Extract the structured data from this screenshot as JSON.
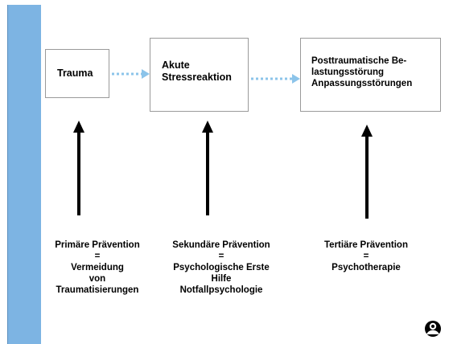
{
  "boxes": {
    "trauma": "Trauma",
    "akute_line1": "Akute",
    "akute_line2": "Stressreaktion",
    "ptbs_line1": "Posttraumatische Be-",
    "ptbs_line2": "lastungsstörung",
    "ptbs_line3": "Anpassungsstörungen"
  },
  "labels": {
    "primary": [
      "Primäre Prävention",
      "=",
      "Vermeidung",
      "von",
      "Traumatisierungen"
    ],
    "secondary": [
      "Sekundäre Prävention",
      "=",
      "Psychologische Erste",
      "Hilfe",
      "Notfallpsychologie"
    ],
    "tertiary": [
      "Tertiäre Prävention",
      "=",
      "Psychotherapie"
    ]
  },
  "colors": {
    "sidebar": "#7db4e3",
    "dotted_arrow": "#8cc4ea",
    "arrow": "#000000"
  },
  "icons": {
    "logo": "logo-icon"
  }
}
